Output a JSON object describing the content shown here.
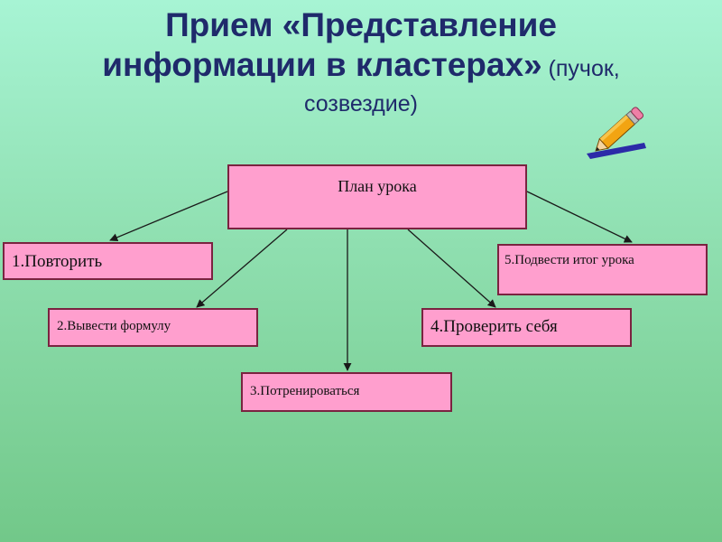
{
  "title": {
    "line1": "Прием «Представление",
    "line2": "информации в кластерах»",
    "line2_suffix": " (пучок,",
    "line3": "созвездие)"
  },
  "diagram": {
    "root": "План урока",
    "nodes": [
      {
        "id": "n1",
        "label": "1.Повторить"
      },
      {
        "id": "n2",
        "label": "2.Вывести формулу"
      },
      {
        "id": "n3",
        "label": "3.Потренироваться"
      },
      {
        "id": "n4",
        "label": "4.Проверить себя"
      },
      {
        "id": "n5",
        "label": "5.Подвести итог урока"
      }
    ]
  },
  "colors": {
    "box_fill": "#ff9fce",
    "box_border": "#7a2340",
    "title": "#1f2a6b"
  },
  "icons": [
    "pencil-icon"
  ]
}
